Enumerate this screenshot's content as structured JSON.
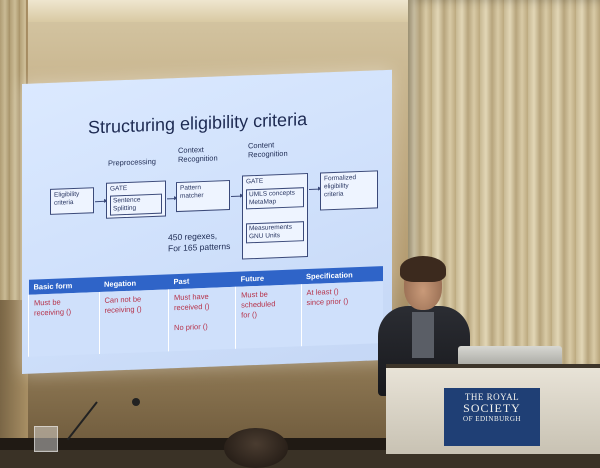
{
  "slide": {
    "title": "Structuring eligibility criteria",
    "stages": {
      "preprocessing": "Preprocessing",
      "context": "Context\nRecognition",
      "content": "Content\nRecognition"
    },
    "boxes": {
      "eligibility": "Eligibility\ncriteria",
      "gate1_title": "GATE",
      "gate1_sub": "Sentence\nSplitting",
      "pattern": "Pattern\nmatcher",
      "gate2_title": "GATE",
      "umls": "UMLS concepts\nMetaMap",
      "measurements": "Measurements\nGNU Units",
      "formalized": "Formalized\neligibility\ncriteria"
    },
    "regex_note": "450 regexes,\nFor 165 patterns",
    "table": {
      "headers": [
        "Basic form",
        "Negation",
        "Past",
        "Future",
        "Specification"
      ],
      "cells": [
        "Must be\nreceiving ()",
        "Can not be\nreceiving ()",
        "Must have\nreceived ()\n\nNo prior ()",
        "Must be\nscheduled\nfor ()",
        "At least ()\nsince prior ()"
      ]
    }
  },
  "plaque": {
    "line1": "THE ROYAL",
    "line2": "SOCIETY",
    "line3": "OF EDINBURGH"
  }
}
